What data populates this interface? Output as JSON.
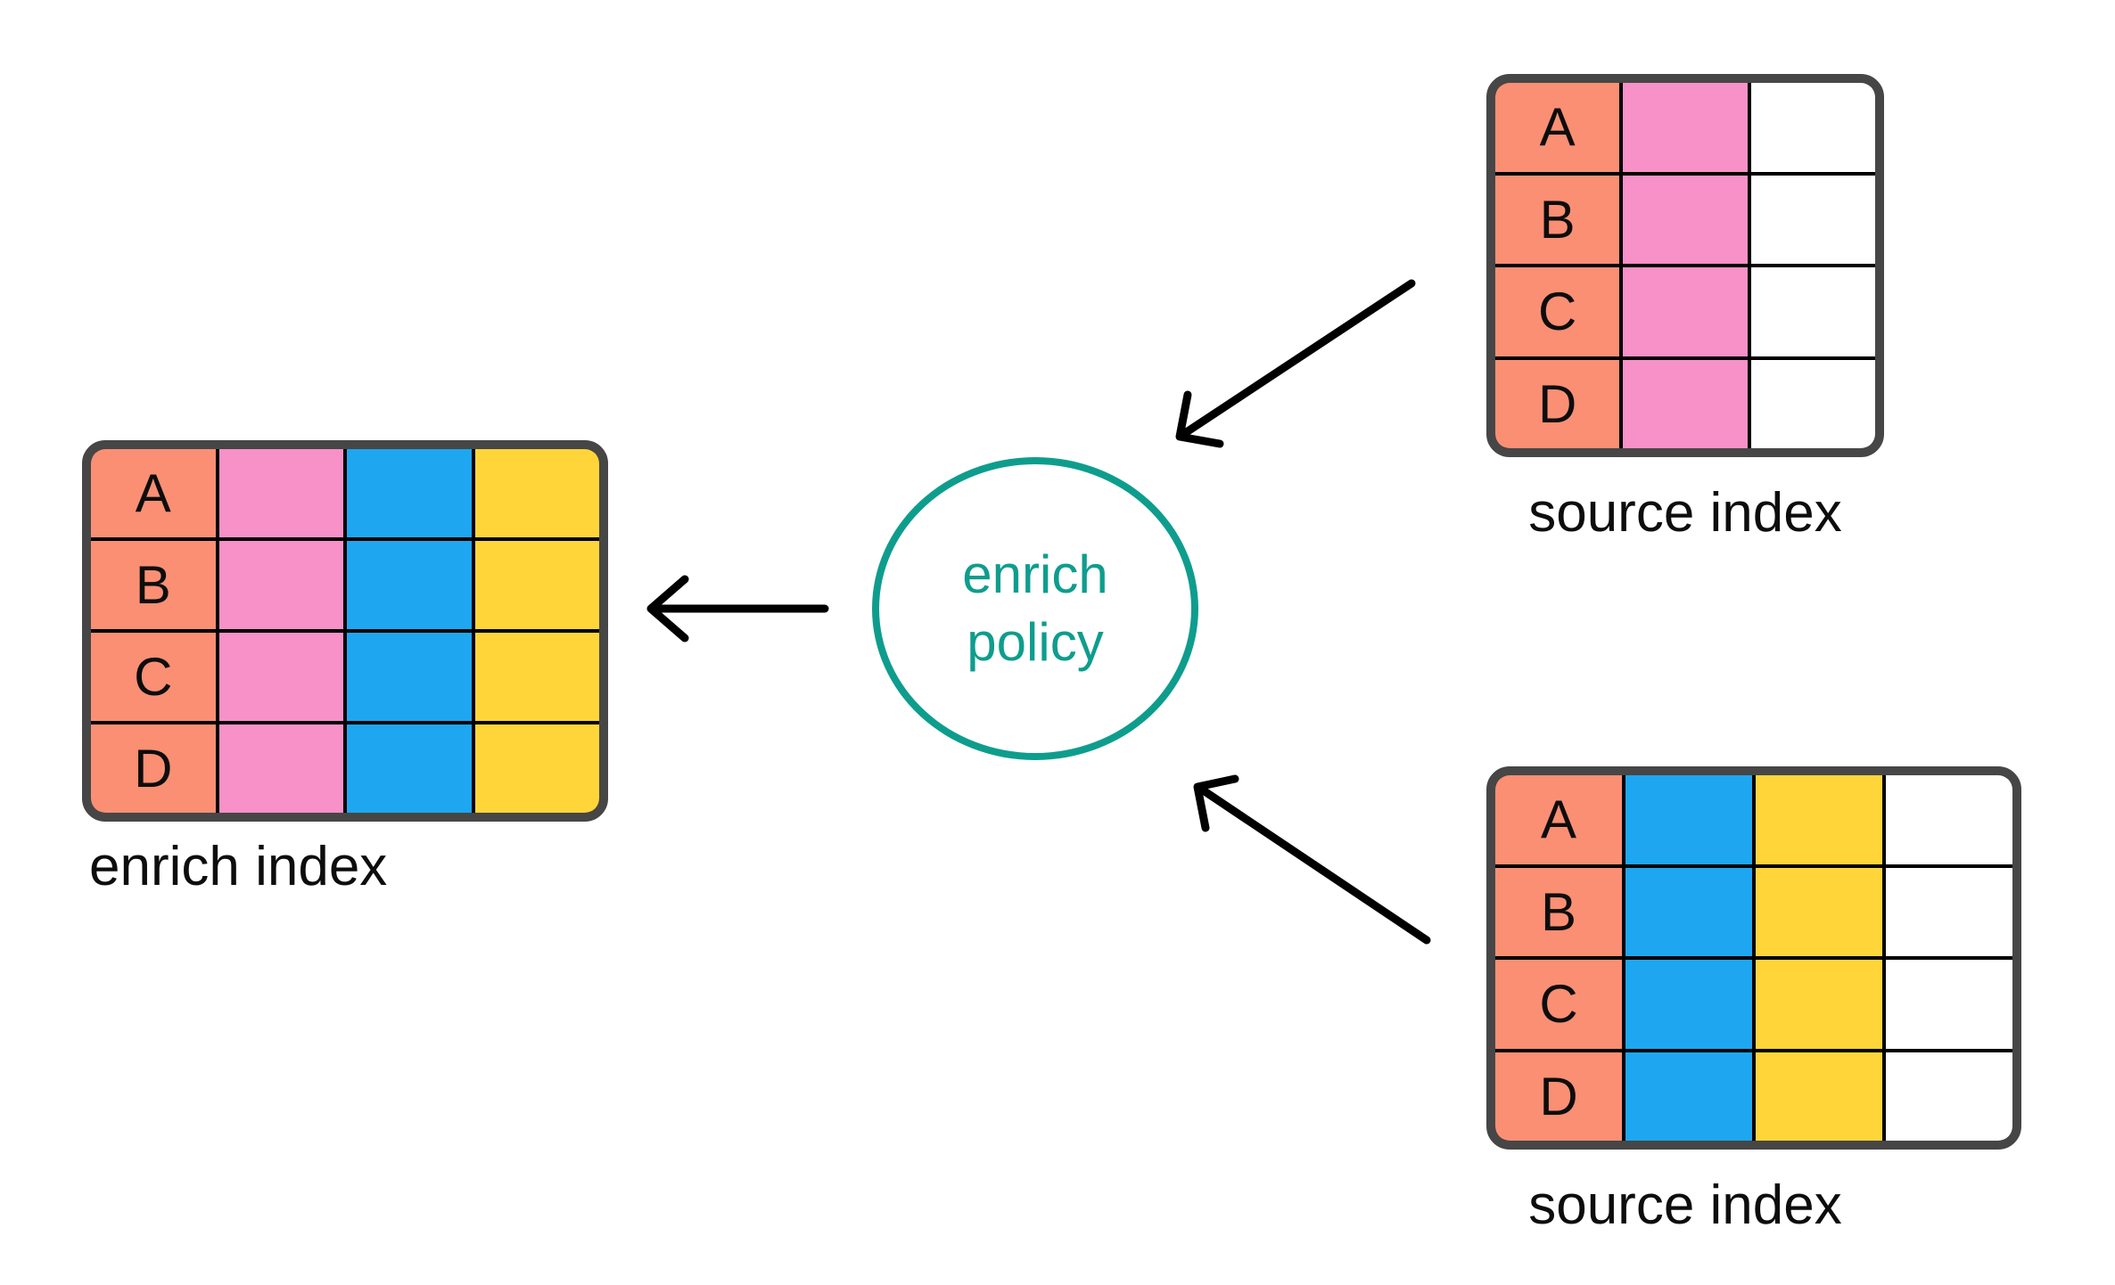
{
  "colors": {
    "background": "#FFFFFF",
    "salmon": "#FA8F74",
    "pink": "#F791C7",
    "blue": "#1EA7F0",
    "yellow": "#FFD53A",
    "white": "#FFFFFF",
    "teal": "#0E9D8D",
    "table_border": "#464646",
    "grid_line": "#000000",
    "arrow": "#000000"
  },
  "policy_circle": {
    "line1": "enrich",
    "line2": "policy"
  },
  "tables": {
    "enrich_index": {
      "caption": "enrich index",
      "rows": [
        "A",
        "B",
        "C",
        "D"
      ],
      "columns": [
        "salmon",
        "pink",
        "blue",
        "yellow"
      ]
    },
    "source_top": {
      "caption": "source index",
      "rows": [
        "A",
        "B",
        "C",
        "D"
      ],
      "columns": [
        "salmon",
        "pink",
        "white"
      ]
    },
    "source_bottom": {
      "caption": "source index",
      "rows": [
        "A",
        "B",
        "C",
        "D"
      ],
      "columns": [
        "salmon",
        "blue",
        "yellow",
        "white"
      ]
    }
  },
  "arrows": [
    {
      "name": "arrow-source-top-to-policy"
    },
    {
      "name": "arrow-source-bottom-to-policy"
    },
    {
      "name": "arrow-policy-to-enrich-index"
    }
  ]
}
